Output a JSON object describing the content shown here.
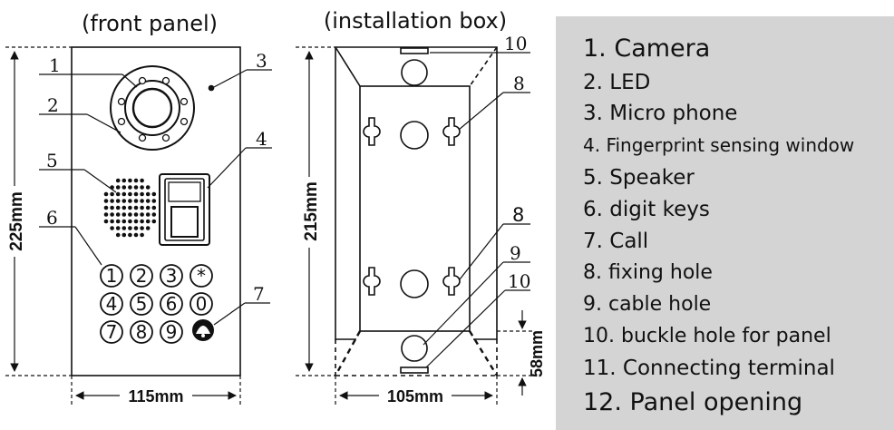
{
  "titles": {
    "front": "(front panel)",
    "box": "(installation box)"
  },
  "dimensions": {
    "front_width": "115mm",
    "front_height": "225mm",
    "box_width": "105mm",
    "box_height": "215mm",
    "box_depth": "58mm"
  },
  "callouts": {
    "front": [
      "1",
      "2",
      "3",
      "4",
      "5",
      "6",
      "7"
    ],
    "box": [
      "10",
      "8",
      "8",
      "9",
      "10"
    ]
  },
  "keypad": [
    "1",
    "2",
    "3",
    "*",
    "4",
    "5",
    "6",
    "0",
    "7",
    "8",
    "9"
  ],
  "legend": [
    "1. Camera",
    "2. LED",
    "3. Micro phone",
    "4. Fingerprint sensing window",
    "5. Speaker",
    "6. digit keys",
    "7. Call",
    "8. fixing  hole",
    "9. cable  hole",
    "10. buckle  hole  for  panel",
    "11. Connecting  terminal",
    "12. Panel opening"
  ],
  "colors": {
    "line": "#111111",
    "legend_bg": "#d4d4d4"
  }
}
